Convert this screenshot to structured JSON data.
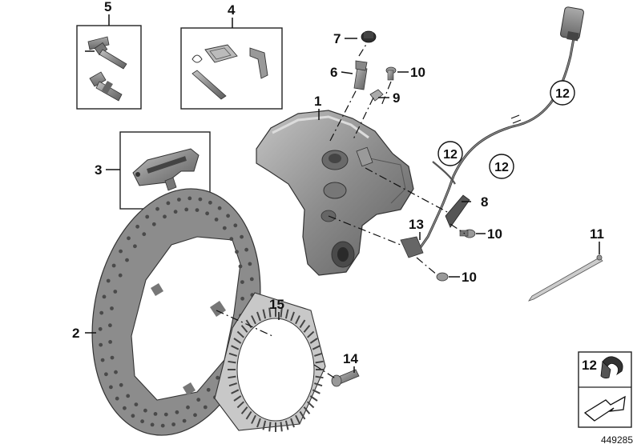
{
  "labels": {
    "l1": "1",
    "l2": "2",
    "l3": "3",
    "l4": "4",
    "l5": "5",
    "l6": "6",
    "l7": "7",
    "l8": "8",
    "l9": "9",
    "l10a": "10",
    "l10b": "10",
    "l10c": "10",
    "l11": "11",
    "l12a": "12",
    "l12b": "12",
    "l12c": "12",
    "l12d": "12",
    "l13": "13",
    "l14": "14",
    "l15": "15"
  },
  "reference_number": "449285",
  "colors": {
    "part_fill": "#8a8a8a",
    "part_dark": "#555555",
    "part_light": "#b8b8b8",
    "line": "#111111"
  }
}
